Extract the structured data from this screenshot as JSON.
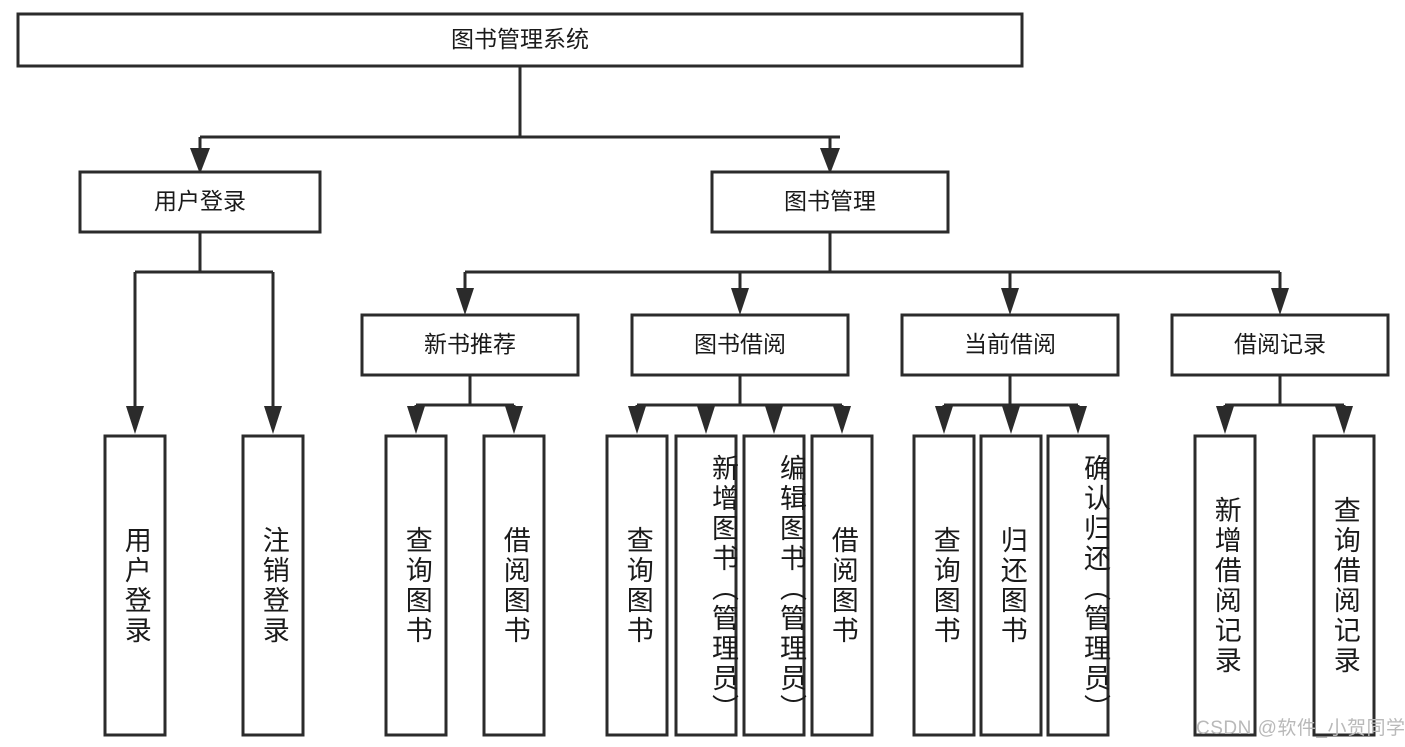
{
  "diagram": {
    "type": "tree",
    "title": "图书管理系统",
    "root": {
      "id": "root",
      "label": "图书管理系统",
      "orientation": "horizontal"
    },
    "level2": [
      {
        "id": "user-login",
        "label": "用户登录",
        "orientation": "horizontal"
      },
      {
        "id": "book-manage",
        "label": "图书管理",
        "orientation": "horizontal"
      }
    ],
    "level3": [
      {
        "id": "new-book-recommend",
        "label": "新书推荐",
        "orientation": "horizontal",
        "parent": "book-manage"
      },
      {
        "id": "book-borrow",
        "label": "图书借阅",
        "orientation": "horizontal",
        "parent": "book-manage"
      },
      {
        "id": "current-borrow",
        "label": "当前借阅",
        "orientation": "horizontal",
        "parent": "book-manage"
      },
      {
        "id": "borrow-record",
        "label": "借阅记录",
        "orientation": "horizontal",
        "parent": "book-manage"
      }
    ],
    "leaves": [
      {
        "id": "leaf-user-login",
        "label": "用户登录",
        "orientation": "vertical",
        "parent": "user-login"
      },
      {
        "id": "leaf-logout-login",
        "label": "注销登录",
        "orientation": "vertical",
        "parent": "user-login"
      },
      {
        "id": "leaf-query-book-1",
        "label": "查询图书",
        "orientation": "vertical",
        "parent": "new-book-recommend"
      },
      {
        "id": "leaf-borrow-book-1",
        "label": "借阅图书",
        "orientation": "vertical",
        "parent": "new-book-recommend"
      },
      {
        "id": "leaf-query-book-2",
        "label": "查询图书",
        "orientation": "vertical",
        "parent": "book-borrow"
      },
      {
        "id": "leaf-add-book",
        "label": "新增图书（管理员）",
        "orientation": "vertical",
        "parent": "book-borrow"
      },
      {
        "id": "leaf-edit-book",
        "label": "编辑图书（管理员）",
        "orientation": "vertical",
        "parent": "book-borrow"
      },
      {
        "id": "leaf-borrow-book-2",
        "label": "借阅图书",
        "orientation": "vertical",
        "parent": "book-borrow"
      },
      {
        "id": "leaf-query-book-3",
        "label": "查询图书",
        "orientation": "vertical",
        "parent": "current-borrow"
      },
      {
        "id": "leaf-return-book",
        "label": "归还图书",
        "orientation": "vertical",
        "parent": "current-borrow"
      },
      {
        "id": "leaf-confirm-return",
        "label": "确认归还（管理员）",
        "orientation": "vertical",
        "parent": "current-borrow"
      },
      {
        "id": "leaf-add-record",
        "label": "新增借阅记录",
        "orientation": "vertical",
        "parent": "borrow-record"
      },
      {
        "id": "leaf-query-record",
        "label": "查询借阅记录",
        "orientation": "vertical",
        "parent": "borrow-record"
      }
    ],
    "colors": {
      "box_stroke": "#2b2b2b",
      "box_fill": "#ffffff",
      "connector": "#2b2b2b",
      "text": "#1a1a1a",
      "background": "#ffffff",
      "watermark": "#b9b9b9"
    }
  },
  "watermark": {
    "text": "CSDN @软件_小贺同学"
  }
}
